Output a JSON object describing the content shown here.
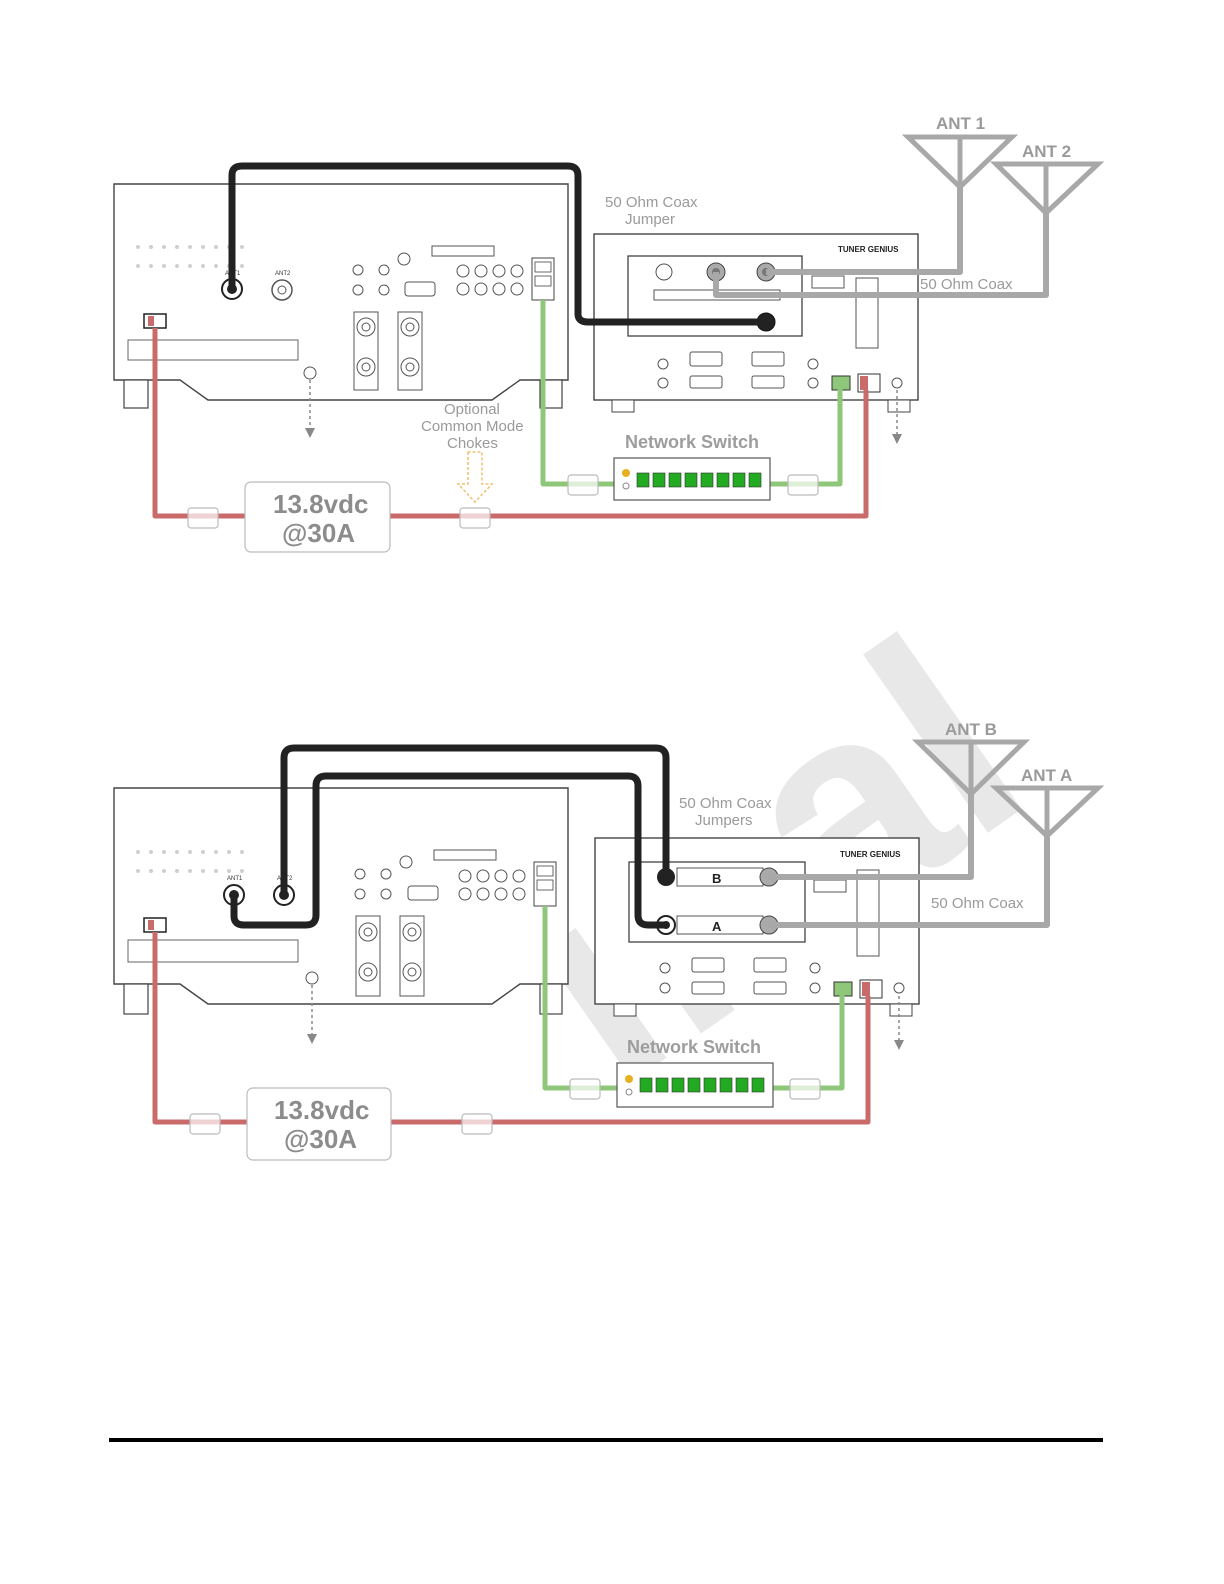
{
  "diagram1": {
    "ant1": "ANT 1",
    "ant2": "ANT 2",
    "jumper_label_1": "50 Ohm Coax",
    "jumper_label_2": "Jumper",
    "coax_label": "50 Ohm Coax",
    "chokes_1": "Optional",
    "chokes_2": "Common Mode",
    "chokes_3": "Chokes",
    "network_switch": "Network Switch",
    "power_1": "13.8vdc",
    "power_2": "@30A",
    "tuner_title": "TUNER GENIUS",
    "radio_ant1": "ANT1",
    "radio_ant2": "ANT2"
  },
  "diagram2": {
    "antB": "ANT B",
    "antA": "ANT A",
    "jumper_label_1": "50 Ohm Coax",
    "jumper_label_2": "Jumpers",
    "coax_label": "50 Ohm Coax",
    "network_switch": "Network Switch",
    "power_1": "13.8vdc",
    "power_2": "@30A",
    "tuner_title": "TUNER GENIUS",
    "port_b": "B",
    "port_a": "A",
    "radio_ant1": "ANT1",
    "radio_ant2": "ANT2"
  },
  "colors": {
    "dc_power": "#c96b6b",
    "ethernet": "#8fc77a",
    "antenna_coax": "#a8a8a8",
    "jumper_coax": "#222222",
    "switch_led": "#22aa22"
  }
}
